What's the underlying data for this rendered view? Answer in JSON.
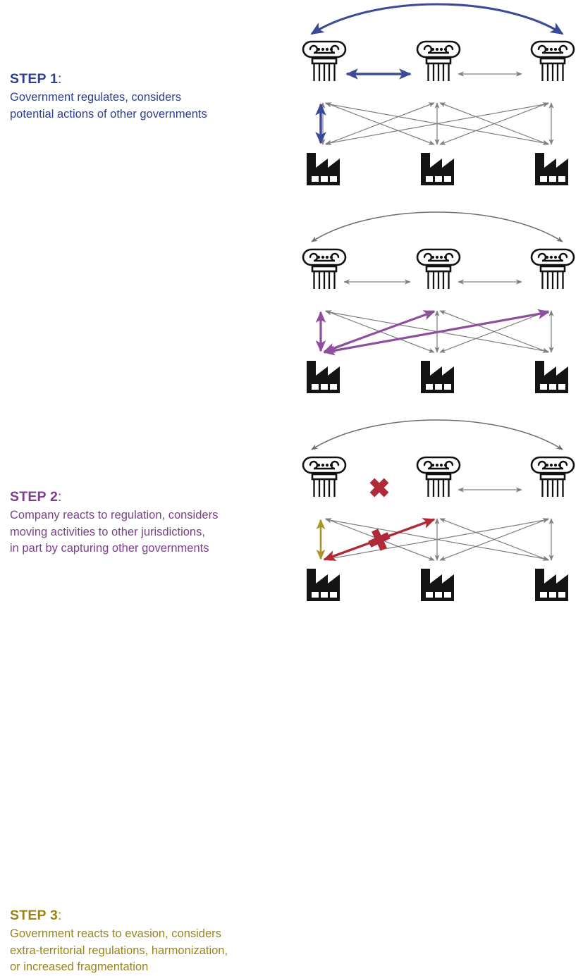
{
  "figure": {
    "title": "Three-step regulatory interaction cycle",
    "node_types": {
      "government": "ionic-column-icon",
      "company": "factory-icon"
    },
    "columns_per_row": 3,
    "rows": [
      "governments",
      "companies"
    ]
  },
  "palette": {
    "blue": "#3a4a96",
    "purple": "#8f4e9e",
    "gold": "#a8942a",
    "red": "#b02a38",
    "gray": "#808080",
    "black": "#1a1a1a",
    "background": "#ffffff"
  },
  "steps": [
    {
      "id": "step-1",
      "label": "STEP 1",
      "colon": ":",
      "heading_color": "#2f3f8f",
      "body": "Government regulates, considers potential actions of other governments",
      "body_lines": [
        "Government regulates, considers",
        "potential actions of other governments"
      ],
      "highlight_color": "#3a4a96",
      "highlighted_links": [
        "arc-gov-left-to-gov-right",
        "gov-left-to-gov-middle",
        "gov-left-to-company-left"
      ]
    },
    {
      "id": "step-2",
      "label": "STEP 2",
      "colon": ":",
      "heading_color": "#7c3f8c",
      "body": "Company reacts to regulation, considers moving activities to other jurisdictions, in part by capturing other governments",
      "body_lines": [
        "Company reacts to regulation, considers",
        "moving activities to other jurisdictions,",
        "in part by capturing other governments"
      ],
      "highlight_color": "#8f4e9e",
      "highlighted_links": [
        "company-left-to-gov-left",
        "company-left-to-gov-middle",
        "company-left-to-gov-right"
      ]
    },
    {
      "id": "step-3",
      "label": "STEP 3",
      "colon": ":",
      "heading_color": "#9a8419",
      "body": "Government reacts to evasion, considers extra-territorial regulations, harmonization, or increased fragmentation",
      "body_lines": [
        "Government reacts to evasion, considers",
        "extra-territorial regulations, harmonization,",
        "or increased fragmentation"
      ],
      "highlight_color": "#a8942a",
      "highlighted_links": [
        "gov-left-to-company-left"
      ],
      "blocked_color": "#b02a38",
      "blocked_links": [
        "gov-left-to-gov-middle",
        "company-left-to-gov-middle"
      ],
      "blocked_markers": 2,
      "blocked_marker_glyph": "x-cross"
    }
  ],
  "link_legend": {
    "default_color": "#808080",
    "arrow_style": "double-headed",
    "gov_to_gov_arc": "curved double-headed arrow linking leftmost and rightmost government",
    "gov_to_gov_straight": "horizontal double-headed arrows between adjacent governments",
    "gov_to_company": "nine double-headed arrows, every government to every company"
  }
}
